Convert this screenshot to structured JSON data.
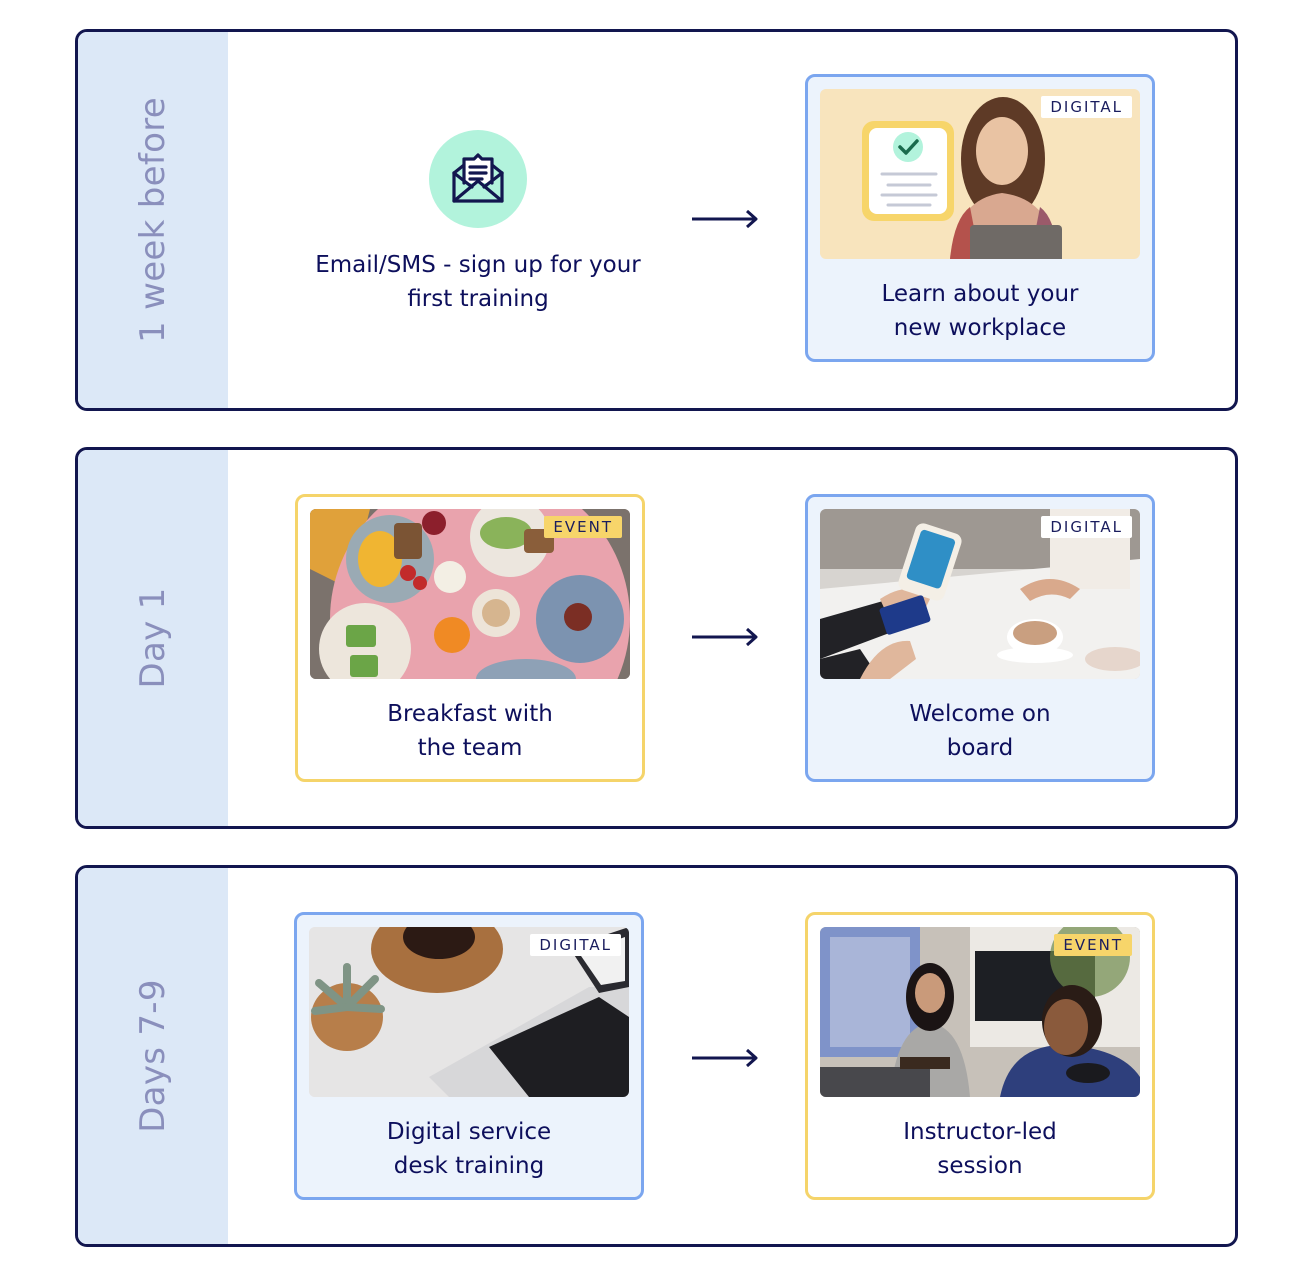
{
  "stages": [
    {
      "label": "1 week before",
      "step1": {
        "type": "icon",
        "icon": "envelope-open-letter-icon",
        "text": "Email/SMS - sign up for your first training"
      },
      "step2": {
        "type": "card",
        "badge": "DIGITAL",
        "title": "Learn about your new workplace",
        "image": "woman-with-tablet-checklist-illustration"
      }
    },
    {
      "label": "Day 1",
      "step1": {
        "type": "card",
        "badge": "EVENT",
        "title": "Breakfast with the team",
        "image": "breakfast-table-photo"
      },
      "step2": {
        "type": "card",
        "badge": "DIGITAL",
        "title": "Welcome on board",
        "image": "card-payment-cafe-photo"
      }
    },
    {
      "label": "Days 7-9",
      "step1": {
        "type": "card",
        "badge": "DIGITAL",
        "title": "Digital service desk training",
        "image": "laptop-and-succulent-photo"
      },
      "step2": {
        "type": "card",
        "badge": "EVENT",
        "title": "Instructor-led session",
        "image": "office-colleagues-photo"
      }
    }
  ],
  "colors": {
    "navy": "#12164f",
    "text": "#0d0f5c",
    "label_column_bg": "#dce8f7",
    "label_text": "#8a8fbc",
    "digital_border": "#7ba6ef",
    "digital_bg": "#ecf3fc",
    "event_border": "#f5d46a",
    "event_badge": "#f7d56a",
    "mint": "#b2f3dc"
  }
}
